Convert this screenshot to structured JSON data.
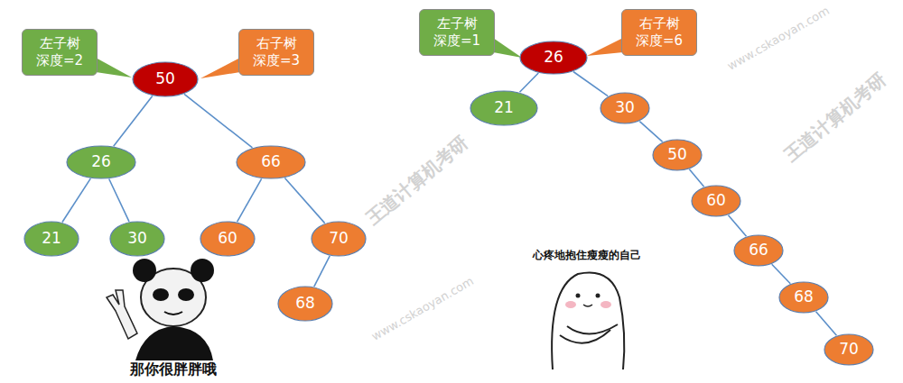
{
  "diagram": {
    "nodes": [
      {
        "text": [
          "左子树 深度=2"
        ]
      },
      {
        "text": [
          "50"
        ]
      },
      {
        "text": [
          "右子树 深度=3"
        ]
      },
      {
        "text": [
          "26"
        ]
      },
      {
        "text": [
          "66"
        ]
      },
      {
        "text": [
          "21"
        ]
      },
      {
        "text": [
          "30"
        ]
      },
      {
        "text": [
          "60"
        ]
      },
      {
        "text": [
          "70"
        ]
      },
      {
        "text": [
          "68"
        ]
      },
      {
        "text": [
          "左子树 深度=1"
        ]
      },
      {
        "text": [
          "26"
        ]
      },
      {
        "text": [
          "右子树 深度=6"
        ]
      },
      {
        "text": [
          "21"
        ]
      },
      {
        "text": [
          "30"
        ]
      },
      {
        "text": [
          "50"
        ]
      },
      {
        "text": [
          "60"
        ]
      },
      {
        "text": [
          "66"
        ]
      },
      {
        "text": [
          "68"
        ]
      },
      {
        "text": [
          "70"
        ]
      }
    ],
    "edges": [
      {
        "from": 1,
        "to": 3,
        "arrow": "none"
      },
      {
        "from": 1,
        "to": 4,
        "arrow": "none"
      },
      {
        "from": 3,
        "to": 5,
        "arrow": "none"
      },
      {
        "from": 3,
        "to": 6,
        "arrow": "none"
      },
      {
        "from": 4,
        "to": 7,
        "arrow": "none"
      },
      {
        "from": 4,
        "to": 8,
        "arrow": "none"
      },
      {
        "from": 8,
        "to": 9,
        "arrow": "none"
      },
      {
        "from": 11,
        "to": 13,
        "arrow": "none"
      },
      {
        "from": 11,
        "to": 14,
        "arrow": "none"
      },
      {
        "from": 14,
        "to": 15,
        "arrow": "none"
      },
      {
        "from": 15,
        "to": 16,
        "arrow": "none"
      },
      {
        "from": 16,
        "to": 17,
        "arrow": "none"
      },
      {
        "from": 17,
        "to": 18,
        "arrow": "none"
      },
      {
        "from": 18,
        "to": 19,
        "arrow": "none"
      }
    ],
    "labels": [
      "那你很胖胖哦",
      "心疼地抱住瘦瘦的自己",
      "王道计算机考研",
      "www.cskaoyan.com",
      "王道计算机考研",
      "www.cskaoyan.com"
    ]
  }
}
